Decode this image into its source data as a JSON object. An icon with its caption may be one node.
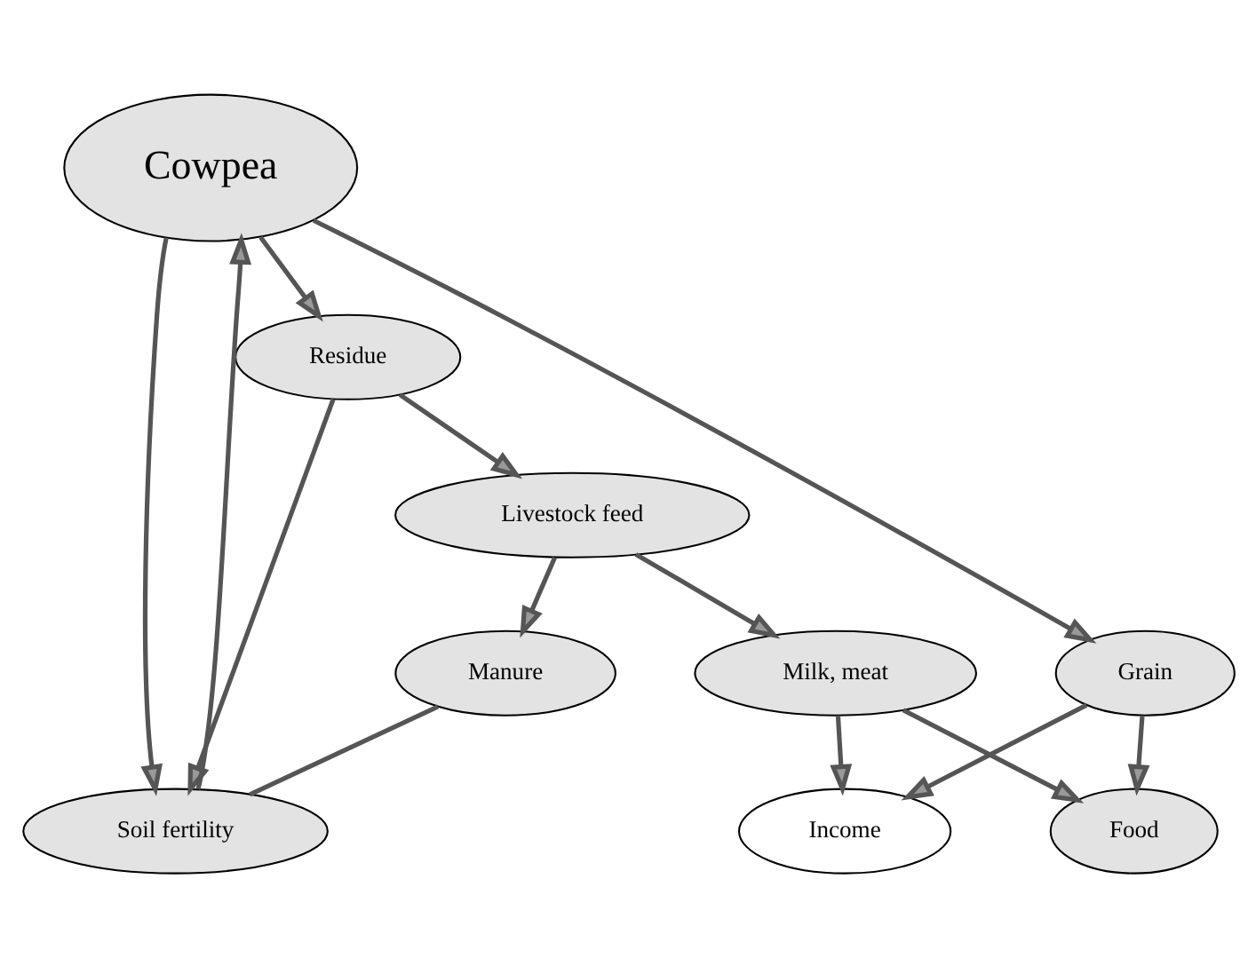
{
  "diagram": {
    "nodes": [
      {
        "text": [
          "Cowpea"
        ]
      },
      {
        "text": [
          "Residue"
        ]
      },
      {
        "text": [
          "Soil fertility"
        ]
      },
      {
        "text": [
          "Grain"
        ]
      },
      {
        "text": [
          "Livestock feed"
        ]
      },
      {
        "text": [
          "Manure"
        ]
      },
      {
        "text": [
          "Food"
        ]
      },
      {
        "text": [
          "Milk, meat"
        ]
      },
      {
        "text": [
          "Income"
        ]
      }
    ],
    "edges": [
      {
        "from": 0,
        "to": 1,
        "arrow": "to"
      },
      {
        "from": 0,
        "to": 2,
        "arrow": "to"
      },
      {
        "from": 2,
        "to": 0,
        "arrow": "to"
      },
      {
        "from": 0,
        "to": 3,
        "arrow": "to"
      },
      {
        "from": 1,
        "to": 2,
        "arrow": "to"
      },
      {
        "from": 1,
        "to": 4,
        "arrow": "to"
      },
      {
        "from": 5,
        "to": 2,
        "arrow": "none"
      },
      {
        "from": 4,
        "to": 5,
        "arrow": "to"
      },
      {
        "from": 4,
        "to": 7,
        "arrow": "to"
      },
      {
        "from": 3,
        "to": 6,
        "arrow": "to"
      },
      {
        "from": 3,
        "to": 8,
        "arrow": "to"
      },
      {
        "from": 7,
        "to": 6,
        "arrow": "to"
      },
      {
        "from": 7,
        "to": 8,
        "arrow": "to"
      }
    ]
  }
}
